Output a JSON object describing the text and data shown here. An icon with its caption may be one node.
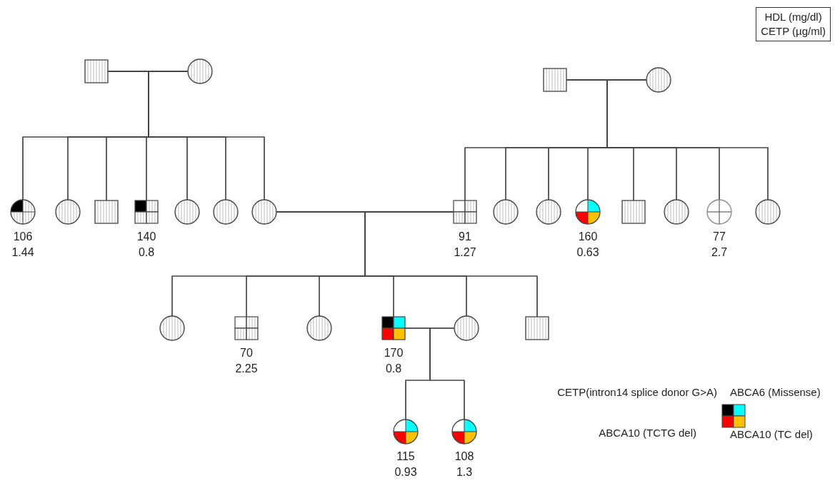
{
  "diagram": {
    "nodes": [
      {
        "text": [
          "HDL (mg/dl)",
          "CETP (µg/ml)"
        ]
      },
      {
        "text": [],
        "shape": "box"
      },
      {
        "text": [],
        "shape": "circle"
      },
      {
        "text": [],
        "shape": "box"
      },
      {
        "text": [],
        "shape": "circle"
      },
      {
        "text": [],
        "shape": "circle",
        "beside": [
          "106",
          "1.44"
        ]
      },
      {
        "text": [],
        "shape": "circle"
      },
      {
        "text": [],
        "shape": "box"
      },
      {
        "text": [],
        "shape": "box",
        "beside": [
          "140",
          "0.8"
        ]
      },
      {
        "text": [],
        "shape": "circle"
      },
      {
        "text": [],
        "shape": "circle"
      },
      {
        "text": [],
        "shape": "circle"
      },
      {
        "text": [],
        "shape": "box",
        "beside": [
          "91",
          "1.27"
        ]
      },
      {
        "text": [],
        "shape": "circle"
      },
      {
        "text": [],
        "shape": "circle"
      },
      {
        "text": [],
        "shape": "circle",
        "beside": [
          "160",
          "0.63"
        ]
      },
      {
        "text": [],
        "shape": "box"
      },
      {
        "text": [],
        "shape": "circle"
      },
      {
        "text": [],
        "shape": "circle",
        "beside": [
          "77",
          "2.7"
        ]
      },
      {
        "text": [],
        "shape": "circle"
      },
      {
        "text": [],
        "shape": "circle"
      },
      {
        "text": [],
        "shape": "box",
        "beside": [
          "70",
          "2.25"
        ]
      },
      {
        "text": [],
        "shape": "circle"
      },
      {
        "text": [],
        "shape": "box",
        "beside": [
          "170",
          "0.8"
        ]
      },
      {
        "text": [],
        "shape": "circle"
      },
      {
        "text": [],
        "shape": "box"
      },
      {
        "text": [],
        "shape": "circle",
        "beside": [
          "115",
          "0.93"
        ]
      },
      {
        "text": [],
        "shape": "circle",
        "beside": [
          "108",
          "1.3"
        ]
      }
    ],
    "edges": [
      {
        "from": 1,
        "to": 2,
        "arrow": "none"
      },
      {
        "from": 1,
        "to": 5,
        "arrow": "none"
      },
      {
        "from": 1,
        "to": 6,
        "arrow": "none"
      },
      {
        "from": 1,
        "to": 7,
        "arrow": "none"
      },
      {
        "from": 1,
        "to": 8,
        "arrow": "none"
      },
      {
        "from": 1,
        "to": 9,
        "arrow": "none"
      },
      {
        "from": 1,
        "to": 10,
        "arrow": "none"
      },
      {
        "from": 1,
        "to": 11,
        "arrow": "none"
      },
      {
        "from": 2,
        "to": 5,
        "arrow": "none"
      },
      {
        "from": 2,
        "to": 6,
        "arrow": "none"
      },
      {
        "from": 2,
        "to": 7,
        "arrow": "none"
      },
      {
        "from": 2,
        "to": 8,
        "arrow": "none"
      },
      {
        "from": 2,
        "to": 9,
        "arrow": "none"
      },
      {
        "from": 2,
        "to": 10,
        "arrow": "none"
      },
      {
        "from": 2,
        "to": 11,
        "arrow": "none"
      },
      {
        "from": 3,
        "to": 4,
        "arrow": "none"
      },
      {
        "from": 3,
        "to": 12,
        "arrow": "none"
      },
      {
        "from": 3,
        "to": 13,
        "arrow": "none"
      },
      {
        "from": 3,
        "to": 14,
        "arrow": "none"
      },
      {
        "from": 3,
        "to": 15,
        "arrow": "none"
      },
      {
        "from": 3,
        "to": 16,
        "arrow": "none"
      },
      {
        "from": 3,
        "to": 17,
        "arrow": "none"
      },
      {
        "from": 3,
        "to": 18,
        "arrow": "none"
      },
      {
        "from": 3,
        "to": 19,
        "arrow": "none"
      },
      {
        "from": 4,
        "to": 12,
        "arrow": "none"
      },
      {
        "from": 4,
        "to": 13,
        "arrow": "none"
      },
      {
        "from": 4,
        "to": 14,
        "arrow": "none"
      },
      {
        "from": 4,
        "to": 15,
        "arrow": "none"
      },
      {
        "from": 4,
        "to": 16,
        "arrow": "none"
      },
      {
        "from": 4,
        "to": 17,
        "arrow": "none"
      },
      {
        "from": 4,
        "to": 18,
        "arrow": "none"
      },
      {
        "from": 4,
        "to": 19,
        "arrow": "none"
      },
      {
        "from": 11,
        "to": 12,
        "arrow": "none"
      },
      {
        "from": 11,
        "to": 20,
        "arrow": "none"
      },
      {
        "from": 11,
        "to": 21,
        "arrow": "none"
      },
      {
        "from": 11,
        "to": 22,
        "arrow": "none"
      },
      {
        "from": 11,
        "to": 23,
        "arrow": "none"
      },
      {
        "from": 11,
        "to": 24,
        "arrow": "none"
      },
      {
        "from": 11,
        "to": 25,
        "arrow": "none"
      },
      {
        "from": 12,
        "to": 20,
        "arrow": "none"
      },
      {
        "from": 12,
        "to": 21,
        "arrow": "none"
      },
      {
        "from": 12,
        "to": 22,
        "arrow": "none"
      },
      {
        "from": 12,
        "to": 23,
        "arrow": "none"
      },
      {
        "from": 12,
        "to": 24,
        "arrow": "none"
      },
      {
        "from": 12,
        "to": 25,
        "arrow": "none"
      },
      {
        "from": 23,
        "to": 24,
        "arrow": "none"
      },
      {
        "from": 23,
        "to": 26,
        "arrow": "none"
      },
      {
        "from": 23,
        "to": 27,
        "arrow": "none"
      },
      {
        "from": 24,
        "to": 26,
        "arrow": "none"
      },
      {
        "from": 24,
        "to": 27,
        "arrow": "none"
      }
    ],
    "legend": [
      {
        "text": "CETP(intron14 splice donor G>A)",
        "color": "#000000"
      },
      {
        "text": "ABCA6 (Missense)",
        "color": "#00ffff"
      },
      {
        "text": "ABCA10 (TCTG del)",
        "color": "#ff0000"
      },
      {
        "text": "ABCA10 (TC del)",
        "color": "#ffc000"
      }
    ]
  }
}
